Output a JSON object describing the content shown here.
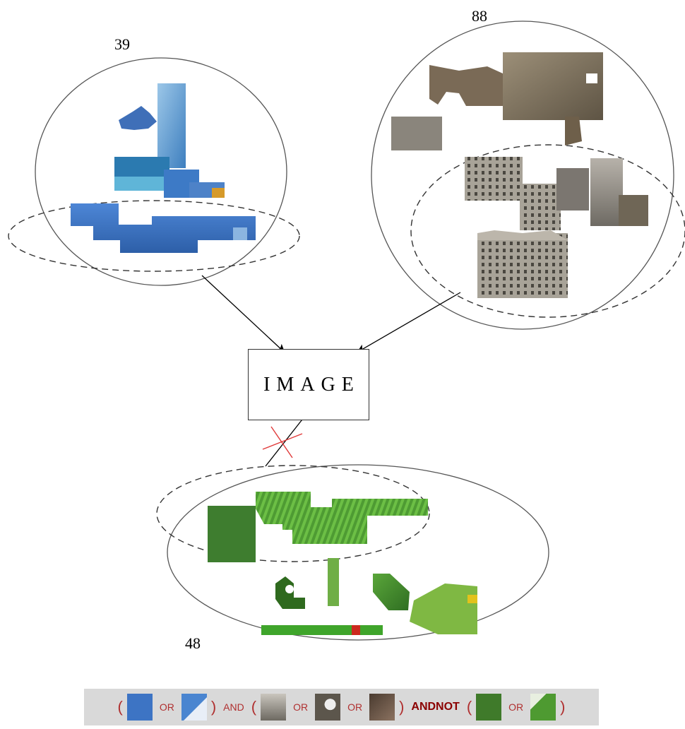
{
  "diagram": {
    "center_label": "IMAGE",
    "clusters": [
      {
        "label": "39",
        "theme": "blue sky and water regions",
        "color": "#3a78c8"
      },
      {
        "label": "88",
        "theme": "building and stone regions",
        "color": "#8a7a62"
      },
      {
        "label": "48",
        "theme": "green vegetation regions",
        "color": "#3f8a2e"
      }
    ]
  },
  "query": {
    "group1": {
      "open": "(",
      "op": "OR",
      "close": ")",
      "thumbs": [
        "blue-region-thumb",
        "blue-white-region-thumb"
      ]
    },
    "and_label": "AND",
    "group2": {
      "open": "(",
      "ops": [
        "OR",
        "OR"
      ],
      "close": ")",
      "thumbs": [
        "building-thumb",
        "stone-white-thumb",
        "dark-building-thumb"
      ]
    },
    "andnot_label": "ANDNOT",
    "group3": {
      "open": "(",
      "op": "OR",
      "close": ")",
      "thumbs": [
        "green-leaf-thumb",
        "green-plant-thumb"
      ]
    }
  }
}
